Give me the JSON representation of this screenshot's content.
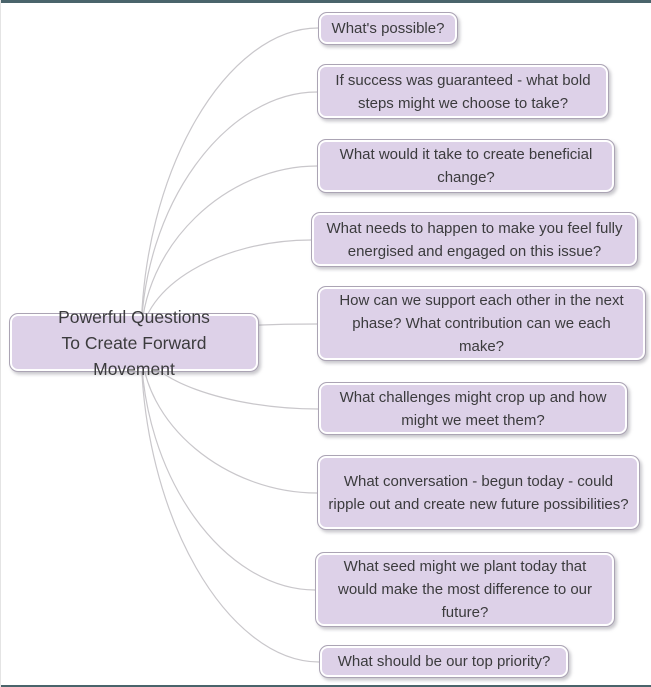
{
  "diagram": {
    "title": "Powerful Questions mind map",
    "root": {
      "label": "Powerful Questions\nTo Create Forward Movement"
    },
    "branches": [
      {
        "label": "What's possible?"
      },
      {
        "label": "If success was guaranteed - what bold steps might we choose to take?"
      },
      {
        "label": "What would it take to create beneficial change?"
      },
      {
        "label": "What needs to happen to make you feel fully energised and engaged on this issue?"
      },
      {
        "label": "How can we support each other in the next phase? What contribution can we each make?"
      },
      {
        "label": "What challenges might crop up and how might we meet them?"
      },
      {
        "label": "What conversation - begun today - could ripple out and create new future possibilities?"
      },
      {
        "label": "What seed might we plant today that would make the most difference to our future?"
      },
      {
        "label": "What should be our top priority?"
      }
    ],
    "colors": {
      "node_fill": "#ddd1e8",
      "node_border": "#aba4b4",
      "node_inner_ring": "#ffffff",
      "connector": "#c9c7cb",
      "text": "#3b3b3d",
      "top_bar": "#4a646b",
      "bottom_bar": "#4a646b",
      "background": "#ffffff"
    }
  }
}
